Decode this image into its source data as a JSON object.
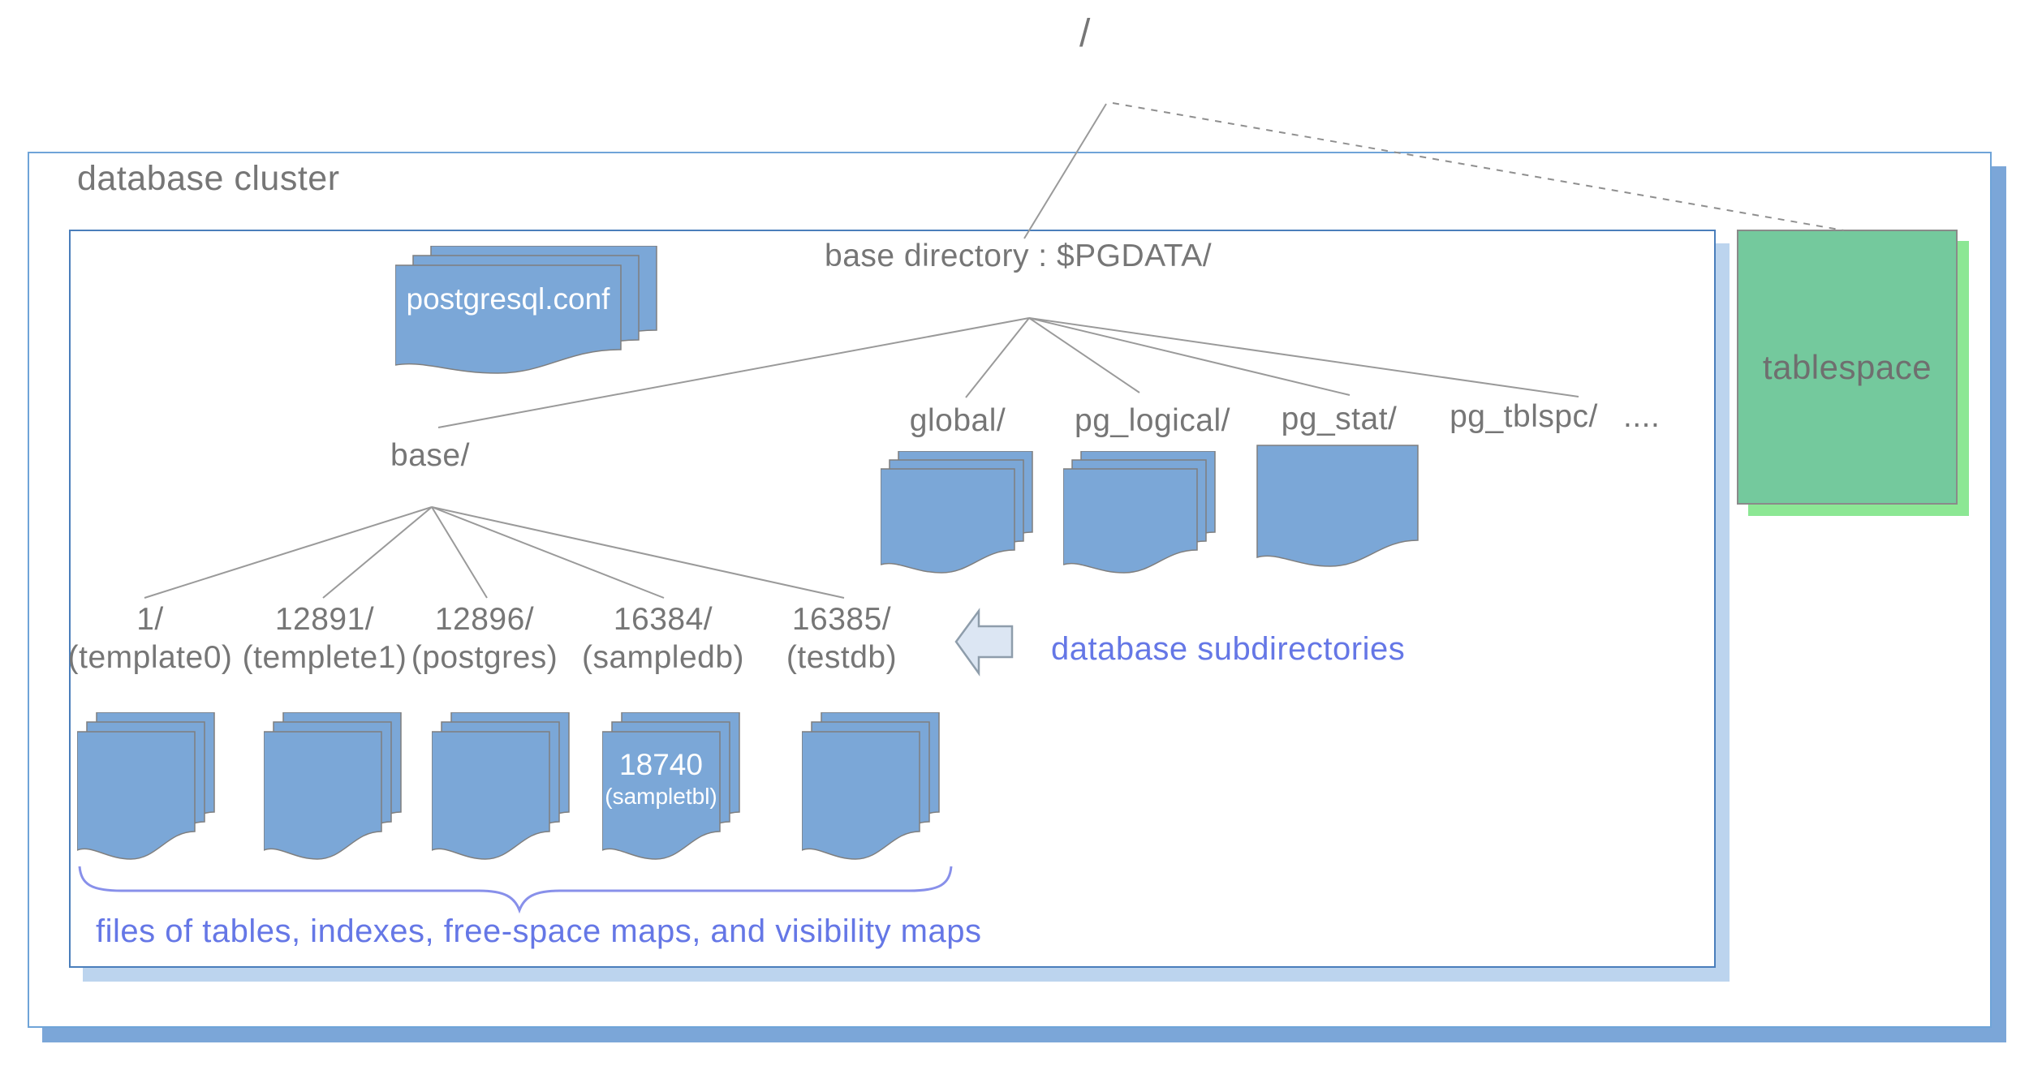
{
  "cluster": {
    "title": "database cluster"
  },
  "root": {
    "label": "/"
  },
  "base_directory": {
    "label": "base directory : $PGDATA/"
  },
  "config_files": {
    "label": "postgresql.conf"
  },
  "pgdata_children": {
    "base": "base/",
    "global": "global/",
    "pg_logical": "pg_logical/",
    "pg_stat": "pg_stat/",
    "pg_tblspc": "pg_tblspc/",
    "more": "...."
  },
  "base_children": [
    {
      "id": "1/",
      "db": "(template0)"
    },
    {
      "id": "12891/",
      "db": "(templete1)"
    },
    {
      "id": "12896/",
      "db": "(postgres)"
    },
    {
      "id": "16384/",
      "db": "(sampledb)",
      "file_id": "18740",
      "file_name": "(sampletbl)"
    },
    {
      "id": "16385/",
      "db": "(testdb)"
    }
  ],
  "annotations": {
    "database_subdirectories": "database subdirectories",
    "files_caption": "files of tables, indexes, free-space maps, and visibility maps"
  },
  "tablespace": {
    "label": "tablespace"
  },
  "colors": {
    "doc_blue": "#7ba7d7",
    "doc_border": "#7f7f7f",
    "outer_border": "#6fa4d8",
    "outer_shadow": "#7ba6d8",
    "inner_border": "#4a7ebb",
    "inner_shadow": "#bcd4ee",
    "annotation_blue": "#6577e6",
    "tablespace_green": "#74c99d",
    "tablespace_shadow": "#8ce794",
    "gray_text": "#767676",
    "arrow_fill": "#dce6f3"
  }
}
